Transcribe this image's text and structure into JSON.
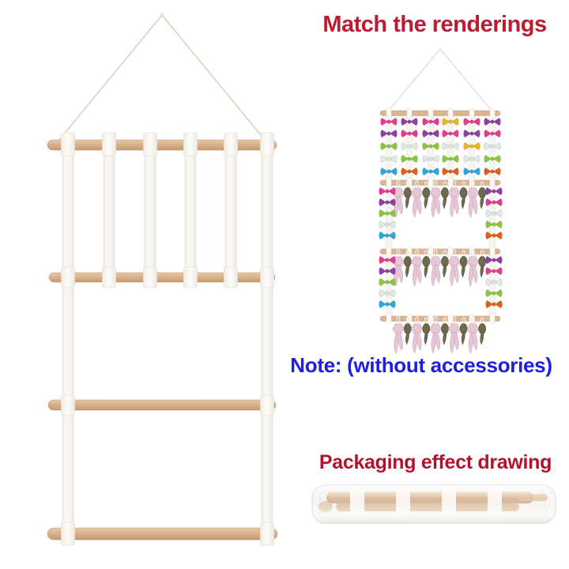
{
  "canvas": {
    "bg": "#ffffff"
  },
  "texts": {
    "renderings_title": "Match the renderings",
    "note": "Note: (without accessories)",
    "packaging_title": "Packaging effect drawing"
  },
  "colors": {
    "bg": "#ffffff",
    "title_red": "#bb1c31",
    "packaging_red": "#b2122a",
    "note_blue": "#1f20dd",
    "wood": "#d9b593",
    "wood_dark": "#c79f77",
    "strap": "#f6f4ef",
    "strap_edge": "#e9e4da",
    "string": "#dcd6cb",
    "bag": "#f3f2f0",
    "bag_edge": "#dedbd6"
  },
  "organizer": {
    "rods": 4,
    "top_section_straps": 6,
    "lower_section_straps": 2
  },
  "rendering": {
    "bow_palette": {
      "pink": "#e73a8e",
      "purple": "#8e3fa5",
      "yellow": "#e9b71f",
      "green": "#8bc63f",
      "mint": "#dde9e4",
      "blue": "#2aa7de",
      "orange": "#e55c17"
    },
    "bow_grid": [
      [
        "pink",
        "purple",
        "pink",
        "yellow",
        "pink",
        "purple"
      ],
      [
        "purple",
        "pink",
        "purple",
        "pink",
        "purple",
        "pink"
      ],
      [
        "green",
        "mint",
        "green",
        "mint",
        "yellow",
        "mint"
      ],
      [
        "mint",
        "green",
        "mint",
        "green",
        "mint",
        "green"
      ],
      [
        "blue",
        "orange",
        "blue",
        "orange",
        "blue",
        "orange"
      ]
    ],
    "left_side_bows": [
      "pink",
      "purple",
      "green",
      "mint",
      "blue"
    ],
    "right_side_bows": [
      "purple",
      "pink",
      "mint",
      "green",
      "orange"
    ],
    "scrunchie_pink": "#e6c7d6",
    "scrunchie_pink_edge": "#d0a6bc",
    "scrunchie_olive": "#6e6a4d",
    "scrunchie_olive_edge": "#55523a",
    "scrunchies_per_row": 10,
    "scrunchie_rows": 3
  }
}
